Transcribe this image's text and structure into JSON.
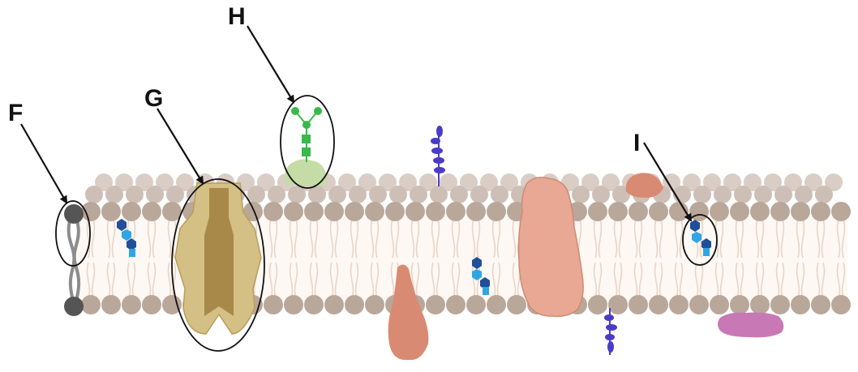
{
  "diagram": {
    "labels": {
      "F": "F",
      "G": "G",
      "H": "H",
      "I": "I"
    },
    "colors": {
      "head_front": "#b9a79a",
      "head_back": "#d9cdc5",
      "tail": "#e9d4c7",
      "core": "#fdf8f4",
      "channel": "#d4bf85",
      "channel_pore": "#a8894a",
      "cholesterol_light": "#2fa6e3",
      "cholesterol_dark": "#214e9a",
      "glyco_sugar": "#38b94a",
      "glyco_protein": "#c5dca6",
      "peripheral_orange": "#d98a72",
      "integral_salmon": "#e8a893",
      "peripheral_pink": "#c879b5",
      "carb_chain": "#4a3bc9",
      "arrow": "#111111"
    },
    "components": [
      {
        "label": "F",
        "icon": "phospholipid-icon"
      },
      {
        "label": "G",
        "icon": "channel-protein-icon"
      },
      {
        "label": "H",
        "icon": "glycoprotein-icon"
      },
      {
        "label": "I",
        "icon": "cholesterol-icon"
      }
    ]
  }
}
